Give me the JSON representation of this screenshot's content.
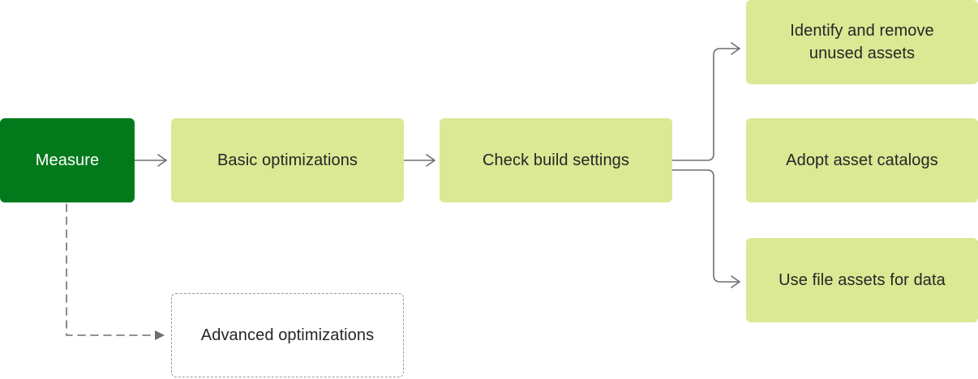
{
  "diagram": {
    "nodes": {
      "measure": "Measure",
      "basic": "Basic optimizations",
      "build": "Check build settings",
      "unused": "Identify and remove\nunused assets",
      "catalogs": "Adopt asset catalogs",
      "file_assets": "Use file assets for data",
      "advanced": "Advanced optimizations"
    },
    "edges": [
      {
        "from": "measure",
        "to": "basic",
        "style": "solid"
      },
      {
        "from": "basic",
        "to": "build",
        "style": "solid"
      },
      {
        "from": "build",
        "to": "unused",
        "style": "solid"
      },
      {
        "from": "build",
        "to": "file_assets",
        "style": "solid"
      },
      {
        "from": "measure",
        "to": "advanced",
        "style": "dashed"
      }
    ],
    "colors": {
      "primary": "#027a1c",
      "step": "#dbe894",
      "connector": "#6e6e6e",
      "optional_border": "#9a9a9a"
    }
  }
}
